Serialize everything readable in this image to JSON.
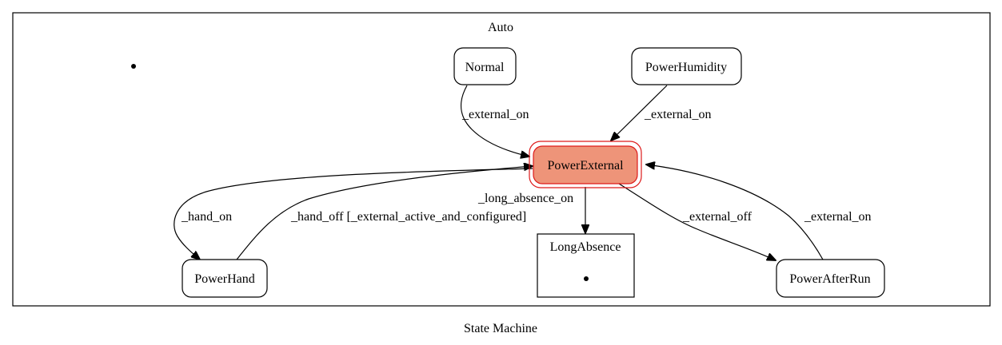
{
  "diagram": {
    "caption": "State Machine",
    "cluster_auto": {
      "label": "Auto"
    },
    "cluster_long_absence": {
      "label": "LongAbsence"
    },
    "states": {
      "normal": "Normal",
      "power_humidity": "PowerHumidity",
      "power_external": "PowerExternal",
      "power_hand": "PowerHand",
      "power_after_run": "PowerAfterRun"
    },
    "transitions": {
      "normal_to_external": "_external_on",
      "humidity_to_external": "_external_on",
      "external_to_hand": "_hand_on",
      "hand_to_external": "_hand_off [_external_active_and_configured]",
      "external_to_long_absence": "_long_absence_on",
      "external_to_after_run": "_external_off",
      "after_run_to_external": "_external_on"
    },
    "colors": {
      "active_fill": "#ee9479",
      "active_stroke": "#dd1a1a"
    }
  }
}
